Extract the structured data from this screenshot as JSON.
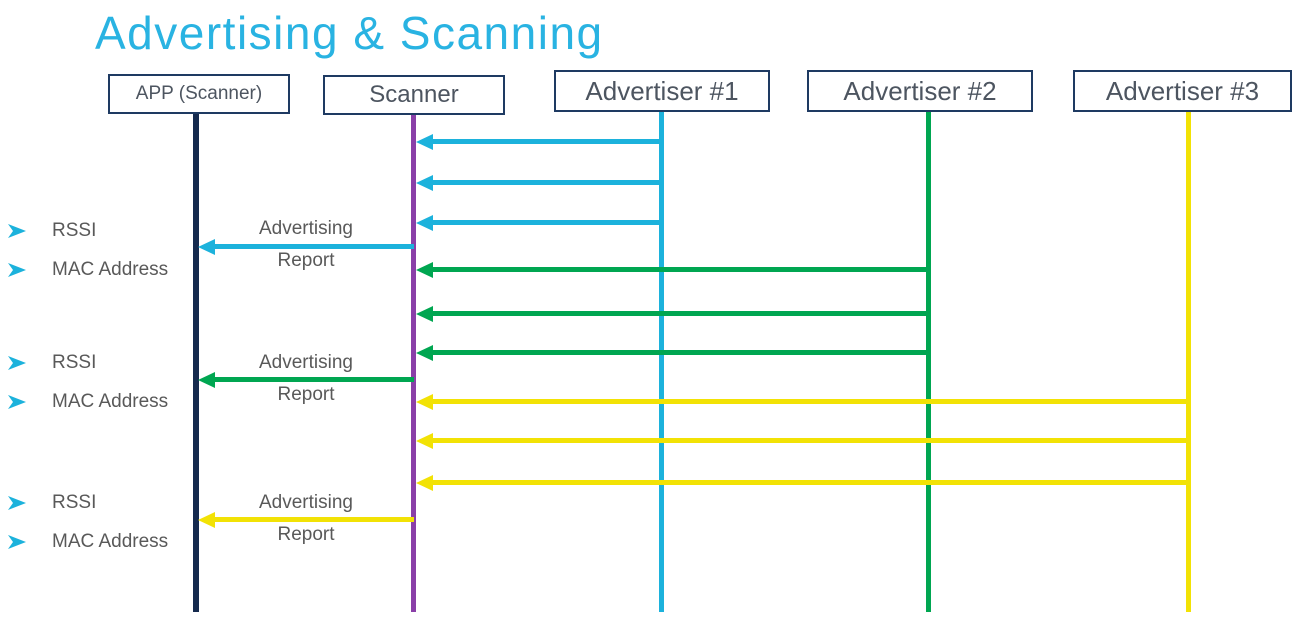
{
  "title": {
    "text": "Advertising & Scanning",
    "color": "#29b3e2"
  },
  "actors": [
    {
      "id": "app",
      "label": "APP (Scanner)",
      "lifeline_color": "#152a4e"
    },
    {
      "id": "scanner",
      "label": "Scanner",
      "lifeline_color": "#8a3fa8"
    },
    {
      "id": "advertiser-1",
      "label": "Advertiser #1",
      "lifeline_color": "#1cb2dc"
    },
    {
      "id": "advertiser-2",
      "label": "Advertiser #2",
      "lifeline_color": "#00a651"
    },
    {
      "id": "advertiser-3",
      "label": "Advertiser #3",
      "lifeline_color": "#f2e205"
    }
  ],
  "messages": [
    {
      "from": "Advertiser #1",
      "to": "Scanner",
      "type": "advertising-packet",
      "color": "#1cb2dc",
      "count": 3
    },
    {
      "from": "Scanner",
      "to": "APP (Scanner)",
      "type": "advertising-report",
      "label": "Advertising Report",
      "color": "#1cb2dc"
    },
    {
      "from": "Advertiser #2",
      "to": "Scanner",
      "type": "advertising-packet",
      "color": "#00a651",
      "count": 3
    },
    {
      "from": "Scanner",
      "to": "APP (Scanner)",
      "type": "advertising-report",
      "label": "Advertising Report",
      "color": "#00a651"
    },
    {
      "from": "Advertiser #3",
      "to": "Scanner",
      "type": "advertising-packet",
      "color": "#f2e205",
      "count": 3
    },
    {
      "from": "Scanner",
      "to": "APP (Scanner)",
      "type": "advertising-report",
      "label": "Advertising Report",
      "color": "#f2e205"
    }
  ],
  "report_label": {
    "line1": "Advertising",
    "line2": "Report"
  },
  "side_notes": {
    "bullet_color": "#1cb2dc",
    "groups": [
      {
        "items": [
          "RSSI",
          "MAC Address"
        ]
      },
      {
        "items": [
          "RSSI",
          "MAC Address"
        ]
      },
      {
        "items": [
          "RSSI",
          "MAC Address"
        ]
      }
    ]
  }
}
